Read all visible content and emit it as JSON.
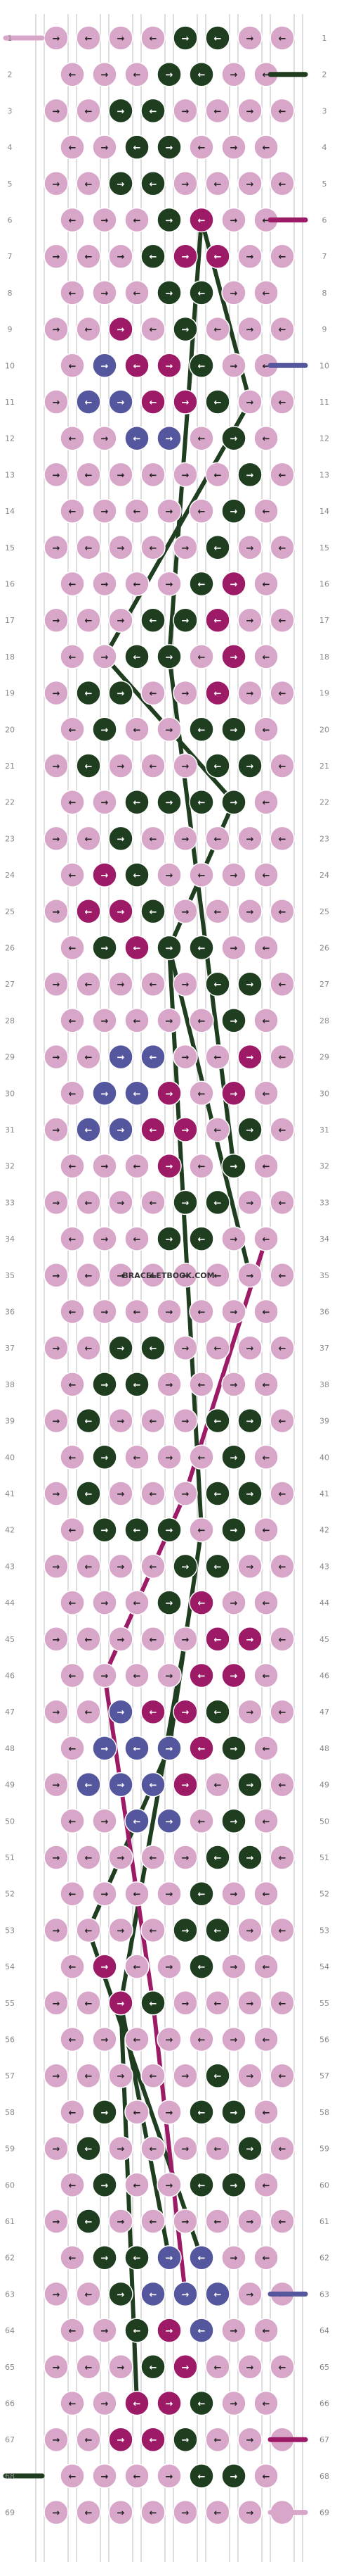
{
  "diagram": {
    "type": "friendship-bracelet-alpha-pattern",
    "watermark": "BRACELETBOOK.COM",
    "rows": 69,
    "columns": 8,
    "strands": 9,
    "colors": {
      "A": "#d7a6c9",
      "B": "#1f3d1f",
      "C": "#9d1a67",
      "D": "#55579e"
    },
    "thread_edge": "#d2d2d2",
    "edge_strand_colors_left": {
      "1": "A",
      "68": "B"
    },
    "edge_strand_colors_right": {
      "2": "B",
      "6": "C",
      "10": "D",
      "63": "D",
      "67": "C",
      "69": "A"
    },
    "knots": [
      "AAAABBAA",
      "AAABBAA",
      "AABBAAAA",
      "AABBAAA",
      "AABBAAAA",
      "AAABCAA",
      "AAABCCAA",
      "AAABBAA",
      "AACABAAA",
      "ADCCBAA",
      "ADDCCBAA",
      "AADDABA",
      "AAAAAABA",
      "AAAAABA",
      "AAAAABAA",
      "AAAABCA",
      "AAABBCAA",
      "AABBACA",
      "ABBAACAA",
      "ABAABBA",
      "ABAAABBA",
      "AABBBBA",
      "AABAAAAA",
      "ACBAAAA",
      "ACCBAAAA",
      "ABCBBAA",
      "AAAAABBA",
      "AAAAABA",
      "AADDAACA",
      "ADDCACA",
      "ADDCCABA",
      "AAACABA",
      "AAAABBAA",
      "AAABBAA",
      "AAAAAAAA",
      "AAAAAAA",
      "AABBAAAA",
      "ABBAAAA",
      "ABAAABBA",
      "ABAAABA",
      "ABAAABBA",
      "ABBBABA",
      "AAAABBAA",
      "AAABCAA",
      "AAAAACCA",
      "AAAACCA",
      "AADCCBAA",
      "ADDDCBA",
      "ADDDCABA",
      "AADDABA",
      "AAAAABBA",
      "AAAABAA",
      "AAAABBAA",
      "ACAABAA",
      "AACBAAAA",
      "AAAAAAA",
      "AAAAABAA",
      "ABAABBA",
      "ABAAAABA",
      "ABAABBA",
      "ABAAAAAA",
      "ABBDDAA",
      "AABDDDAA",
      "AABCDAA",
      "AAABCAAA",
      "AACCBAA",
      "AACCBAAA",
      "AAAABBA",
      "AAAAAAAA"
    ],
    "links": [
      [
        6,
        4,
        18,
        3
      ],
      [
        6,
        4,
        11,
        6
      ],
      [
        18,
        3,
        32,
        5
      ],
      [
        11,
        6,
        18,
        1
      ],
      [
        18,
        1,
        22,
        5
      ],
      [
        22,
        5,
        26,
        3
      ],
      [
        26,
        3,
        35,
        6
      ],
      [
        26,
        3,
        42,
        4
      ],
      [
        42,
        4,
        48,
        3
      ],
      [
        48,
        3,
        53,
        1
      ],
      [
        53,
        1,
        62,
        4
      ],
      [
        45,
        4,
        55,
        2
      ],
      [
        55,
        2,
        62,
        3
      ],
      [
        55,
        2,
        66,
        2
      ],
      [
        34,
        6,
        41,
        4
      ],
      [
        41,
        4,
        46,
        1
      ],
      [
        46,
        1,
        55,
        3
      ],
      [
        55,
        3,
        63,
        4
      ]
    ]
  }
}
